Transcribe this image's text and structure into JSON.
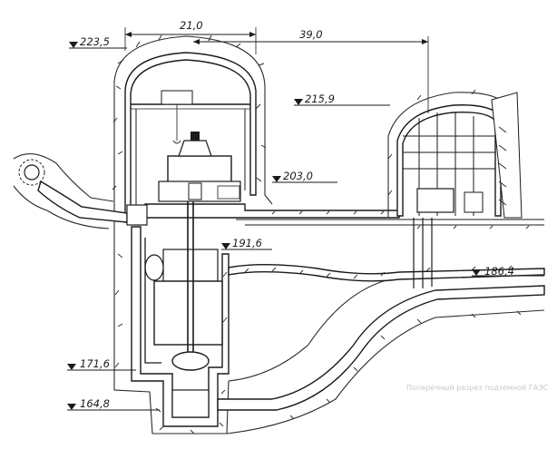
{
  "diagram": {
    "dimensions": {
      "cavern_span": "21,0",
      "offset_to_chamber": "39,0"
    },
    "elevations": [
      {
        "id": "top",
        "label": "223,5"
      },
      {
        "id": "upper",
        "label": "215,9"
      },
      {
        "id": "floor",
        "label": "203,0"
      },
      {
        "id": "machine",
        "label": "191,6"
      },
      {
        "id": "tailrace",
        "label": "186,4"
      },
      {
        "id": "lower",
        "label": "171,6"
      },
      {
        "id": "bottom",
        "label": "164,8"
      }
    ],
    "watermark": "Поперечный разрез подземной ГАЭС"
  }
}
